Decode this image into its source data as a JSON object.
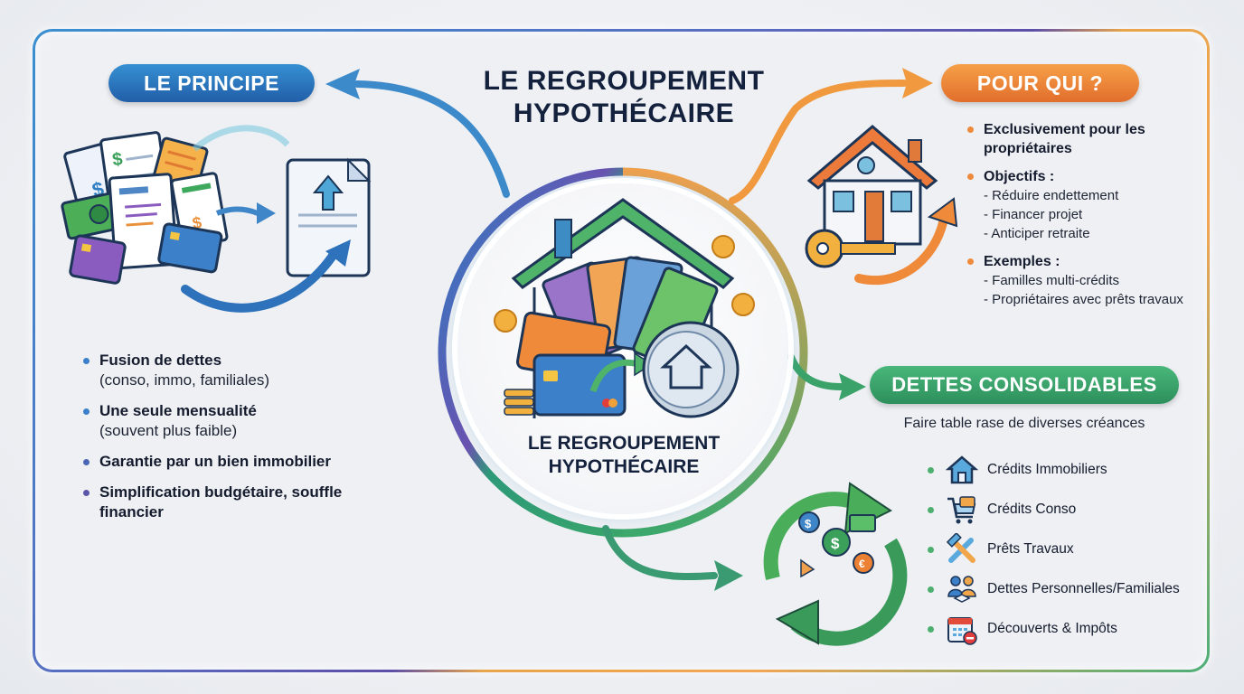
{
  "title": {
    "line1": "LE REGROUPEMENT",
    "line2": "HYPOTHÉCAIRE"
  },
  "center": {
    "label_line1": "LE REGROUPEMENT",
    "label_line2": "HYPOTHÉCAIRE",
    "icons": [
      "house-icon",
      "banknotes-icon",
      "credit-card-icon",
      "coins-icon",
      "house-coin-icon",
      "dollar-coin-icon",
      "euro-coin-icon"
    ]
  },
  "principe": {
    "heading": "LE PRINCIPE",
    "color": "#2a6fbd",
    "items": [
      {
        "bold": "Fusion de dettes",
        "normal": "(conso, immo, familiales)"
      },
      {
        "bold": "Une seule mensualité",
        "normal": "(souvent plus faible)"
      },
      {
        "bold": "Garantie par un bien immobilier",
        "normal": ""
      },
      {
        "bold": "Simplification budgétaire, souffle financier",
        "normal": ""
      }
    ]
  },
  "pour_qui": {
    "heading": "POUR QUI ?",
    "color": "#ec7f36",
    "items": [
      {
        "bold": "Exclusivement pour les propriétaires",
        "subs": []
      },
      {
        "bold": "Objectifs :",
        "subs": [
          "- Réduire endettement",
          "- Financer projet",
          "- Anticiper retraite"
        ]
      },
      {
        "bold": "Exemples :",
        "subs": [
          "- Familles multi-crédits",
          "- Propriétaires avec prêts travaux"
        ]
      }
    ]
  },
  "dettes": {
    "heading": "DETTES CONSOLIDABLES",
    "color": "#3ba26a",
    "caption": "Faire table rase de diverses créances",
    "items": [
      {
        "label": "Crédits Immobiliers",
        "icon": "house-icon"
      },
      {
        "label": "Crédits Conso",
        "icon": "shopping-cart-icon"
      },
      {
        "label": "Prêts Travaux",
        "icon": "tools-icon"
      },
      {
        "label": "Dettes Personnelles/Familiales",
        "icon": "people-handshake-icon"
      },
      {
        "label": "Découverts & Impôts",
        "icon": "calendar-minus-icon"
      }
    ]
  }
}
